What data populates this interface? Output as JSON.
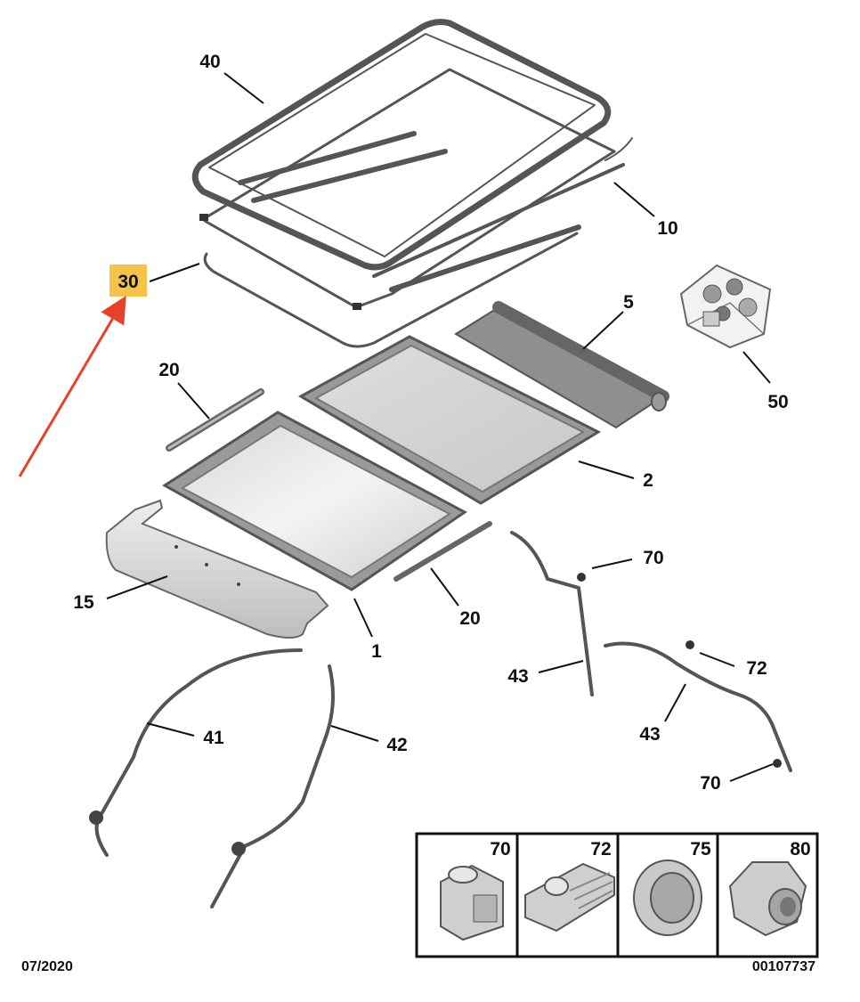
{
  "diagram": {
    "callouts": {
      "c40": "40",
      "c10": "10",
      "c30": "30",
      "c5": "5",
      "c50": "50",
      "c20a": "20",
      "c2": "2",
      "c15": "15",
      "c1": "1",
      "c20b": "20",
      "c70a": "70",
      "c43a": "43",
      "c72": "72",
      "c43b": "43",
      "c41": "41",
      "c42": "42",
      "c70b": "70"
    },
    "legend_panels": [
      "70",
      "72",
      "75",
      "80"
    ],
    "footer": {
      "date": "07/2020",
      "reference": "00107737"
    },
    "highlight": {
      "fill": "#f5c24a",
      "text": "#c9962a",
      "arrow": "#e8412a"
    }
  }
}
